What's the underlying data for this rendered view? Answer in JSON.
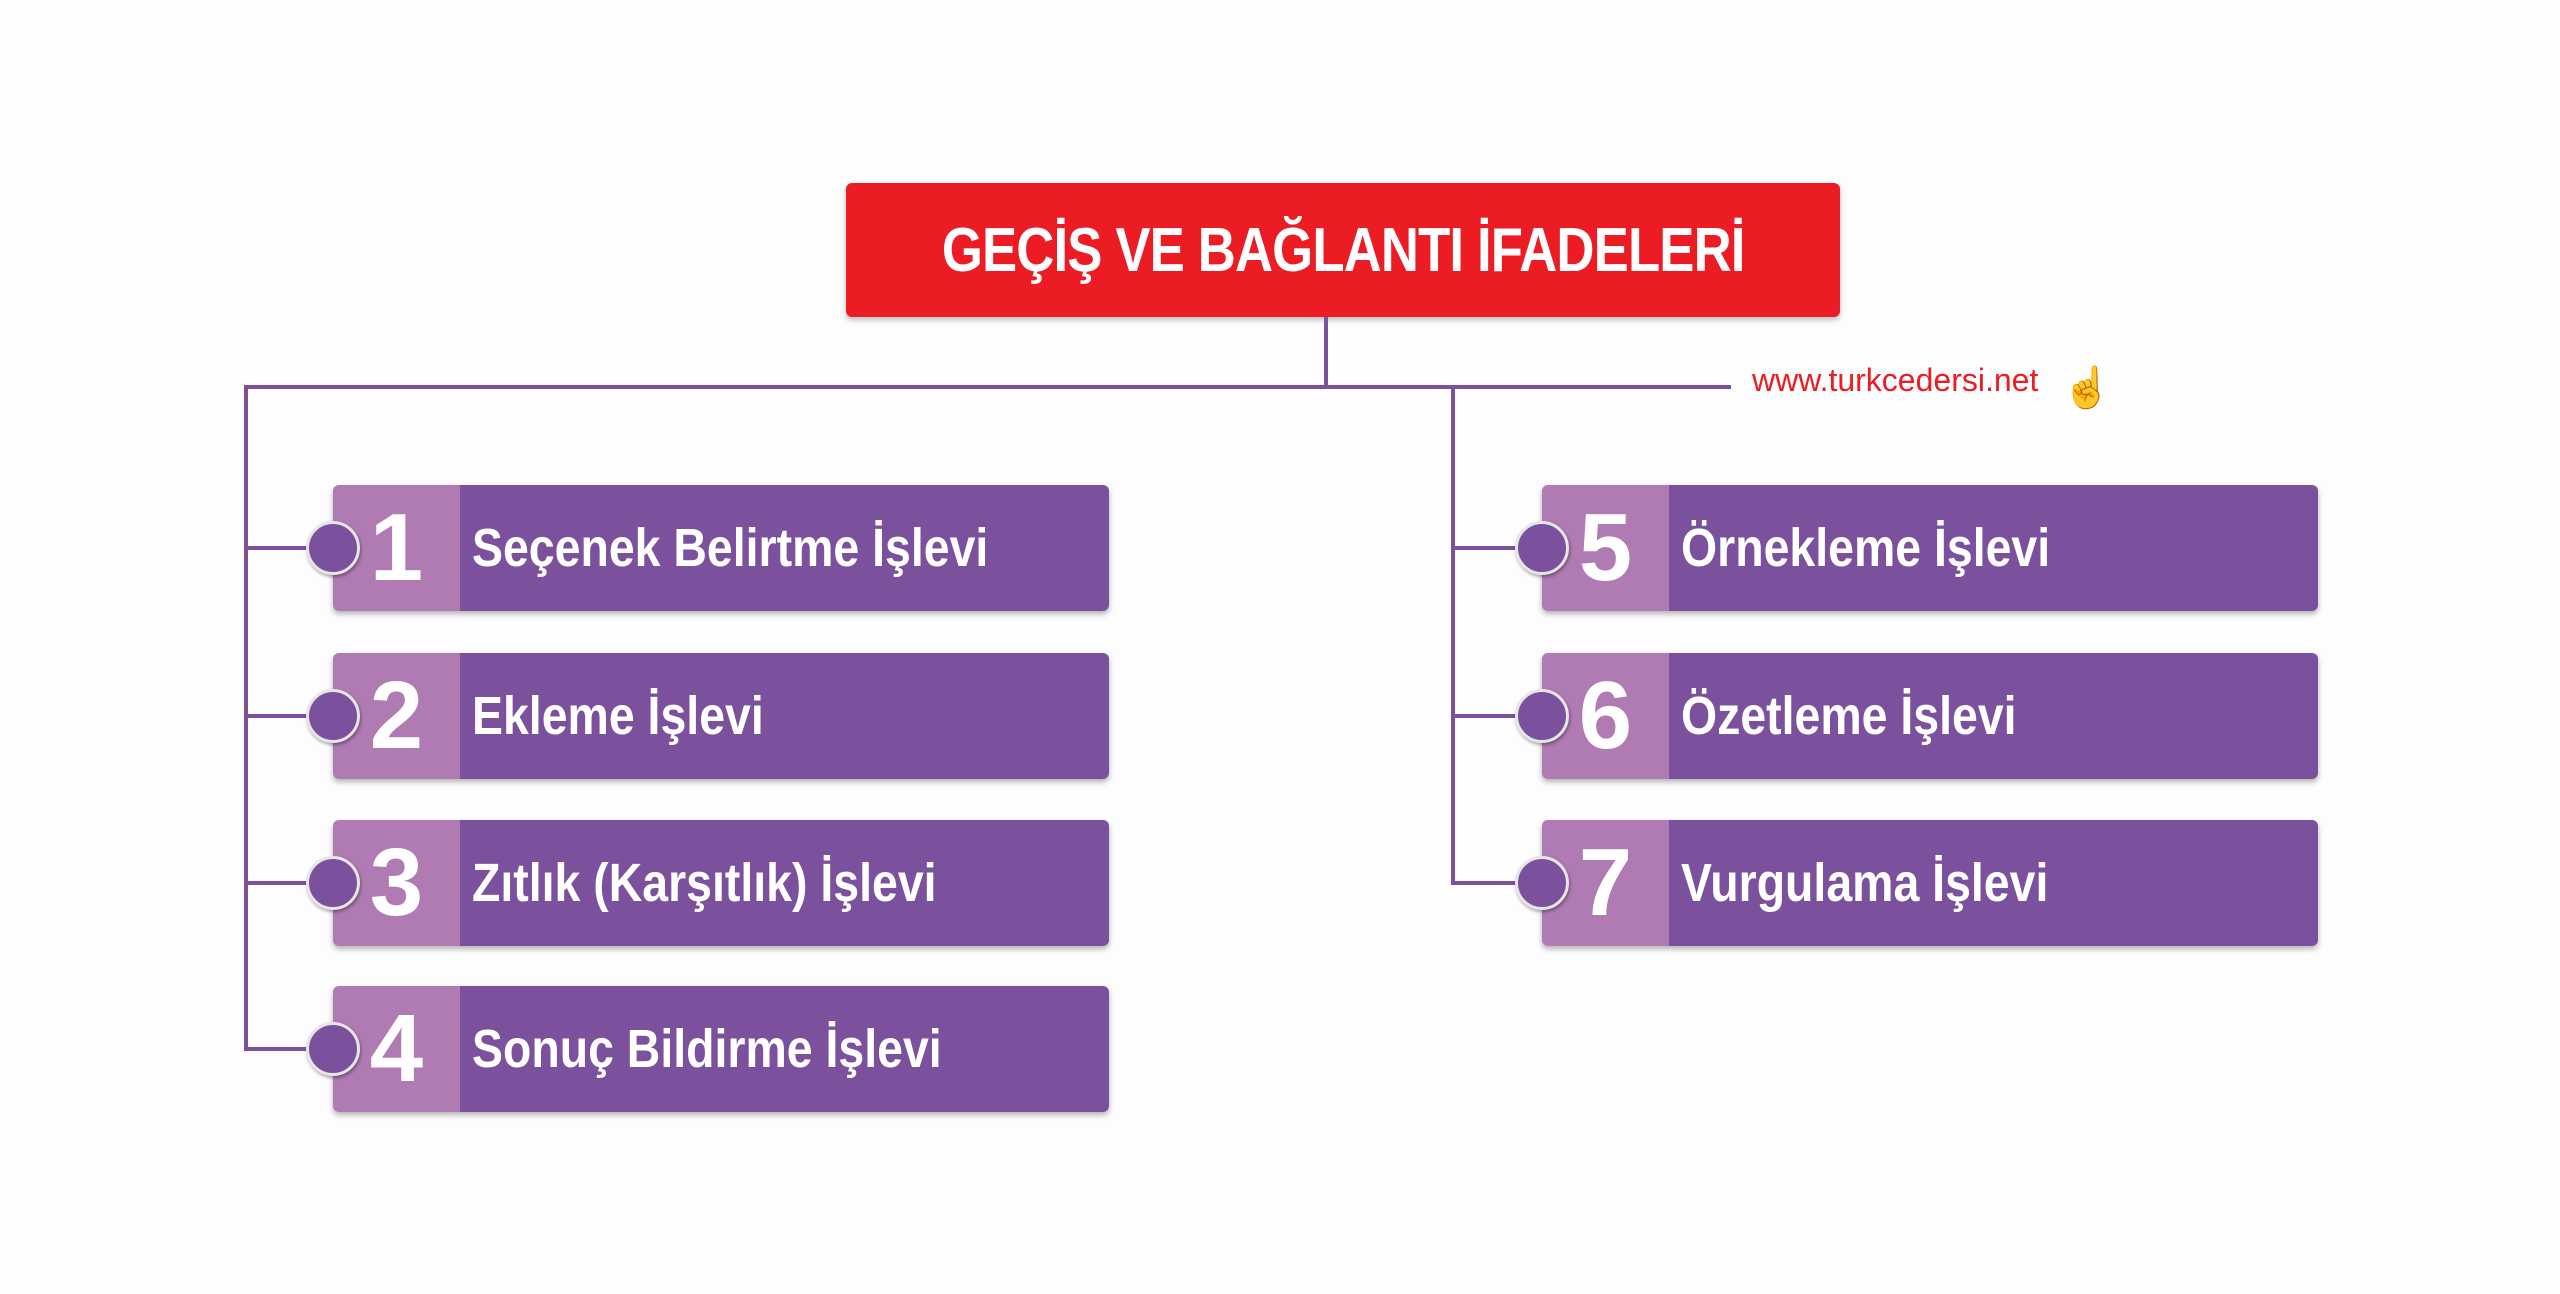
{
  "title": "GEÇİŞ VE BAĞLANTI İFADELERİ",
  "website": "www.turkcedersi.net",
  "items": [
    {
      "number": "1",
      "label": "Seçenek Belirtme İşlevi"
    },
    {
      "number": "2",
      "label": "Ekleme İşlevi"
    },
    {
      "number": "3",
      "label": "Zıtlık (Karşıtlık) İşlevi"
    },
    {
      "number": "4",
      "label": "Sonuç Bildirme İşlevi"
    },
    {
      "number": "5",
      "label": "Örnekleme İşlevi"
    },
    {
      "number": "6",
      "label": "Özetleme İşlevi"
    },
    {
      "number": "7",
      "label": "Vurgulama İşlevi"
    }
  ],
  "colors": {
    "title": "#ec1c24",
    "dark_purple": "#7b519e",
    "light_purple": "#b07ab3"
  }
}
